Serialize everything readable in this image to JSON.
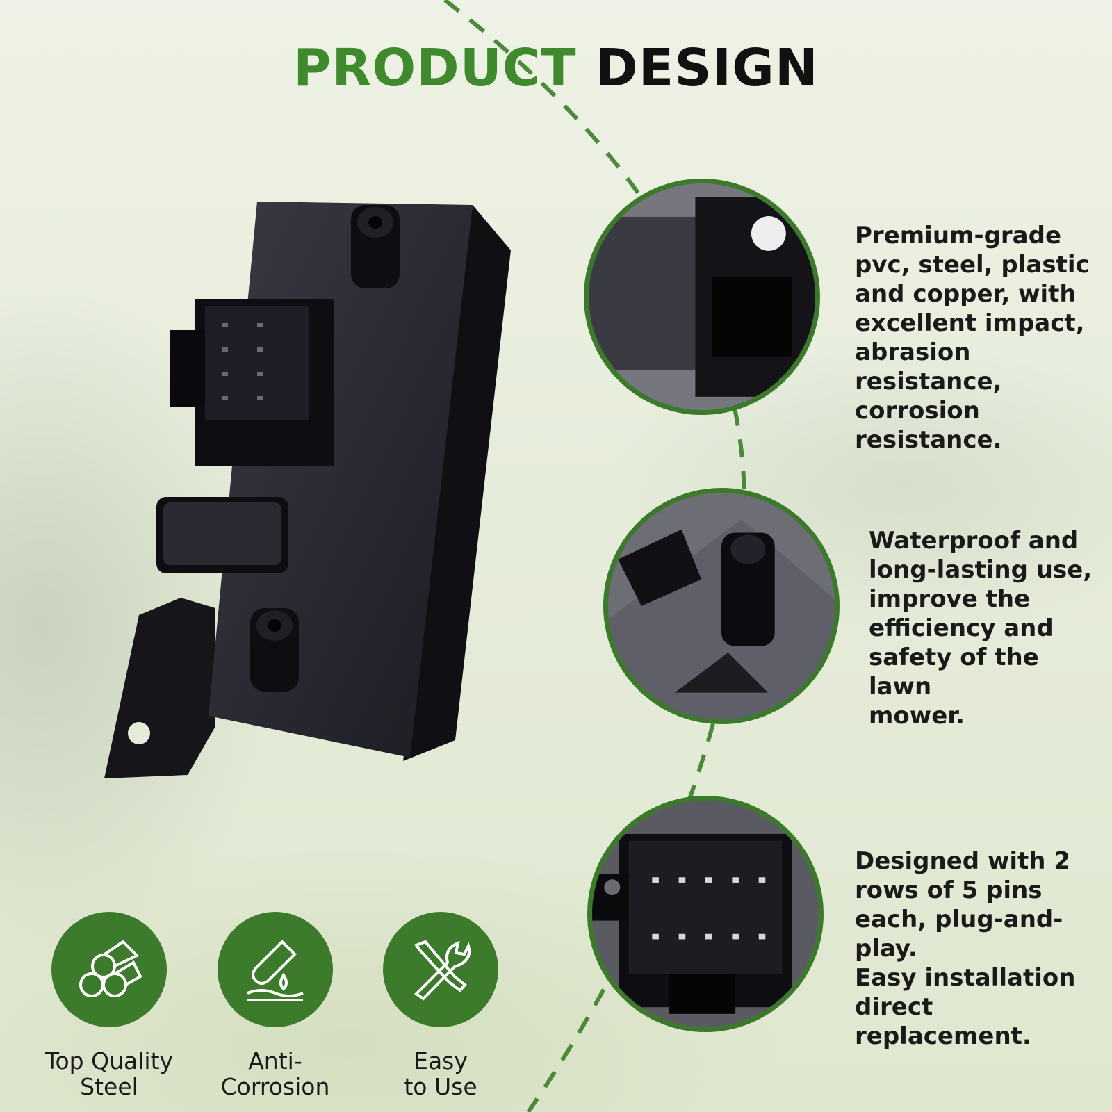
{
  "title": {
    "part1": "PRODUCT",
    "part2": "DESIGN"
  },
  "colors": {
    "accent_green": "#3f8a2c",
    "circle_border": "#3a7a2a",
    "icon_bg": "#3c7a2c",
    "text_dark": "#1a1a1a"
  },
  "details": [
    {
      "text": "Premium-grade\npvc, steel, plastic\nand copper, with\nexcellent impact,\nabrasion resistance,\ncorrosion resistance."
    },
    {
      "text": "Waterproof and\nlong-lasting use,\nimprove the\nefficiency and\nsafety of the lawn\nmower."
    },
    {
      "text": "Designed with 2\nrows of 5 pins\neach, plug-and-play.\nEasy installation\ndirect replacement."
    }
  ],
  "features": [
    {
      "icon": "steel-logs-icon",
      "label": "Top Quality\nSteel"
    },
    {
      "icon": "test-tube-drop-icon",
      "label": "Anti-\nCorrosion"
    },
    {
      "icon": "wrench-screwdriver-icon",
      "label": "Easy\nto Use"
    }
  ]
}
